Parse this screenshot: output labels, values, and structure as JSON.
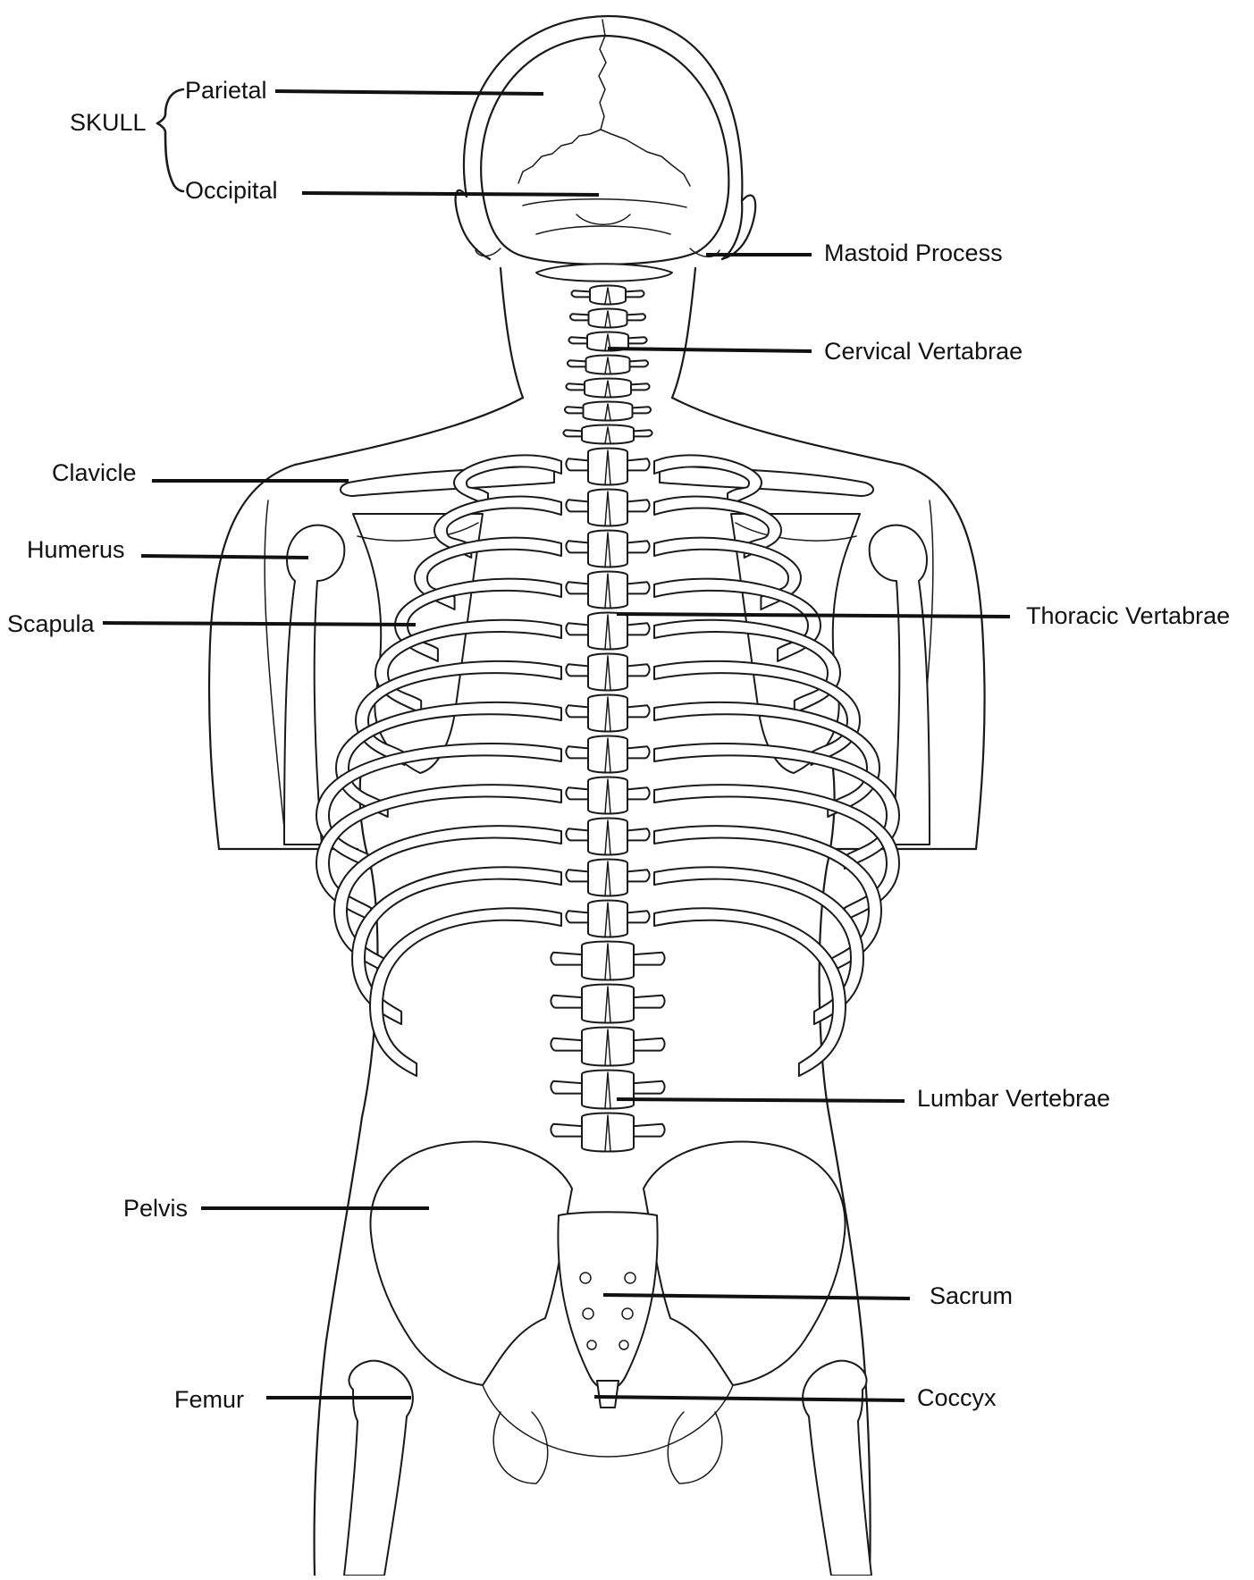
{
  "labels": {
    "skull": "SKULL",
    "parietal": "Parietal",
    "occipital": "Occipital",
    "mastoid": "Mastoid Process",
    "cervical": "Cervical Vertabrae",
    "clavicle": "Clavicle",
    "humerus": "Humerus",
    "scapula": "Scapula",
    "thoracic": "Thoracic Vertabrae",
    "lumbar": "Lumbar Vertebrae",
    "pelvis": "Pelvis",
    "sacrum": "Sacrum",
    "femur": "Femur",
    "coccyx": "Coccyx"
  },
  "colors": {
    "ink": "#1a1a1a",
    "background": "#ffffff"
  }
}
